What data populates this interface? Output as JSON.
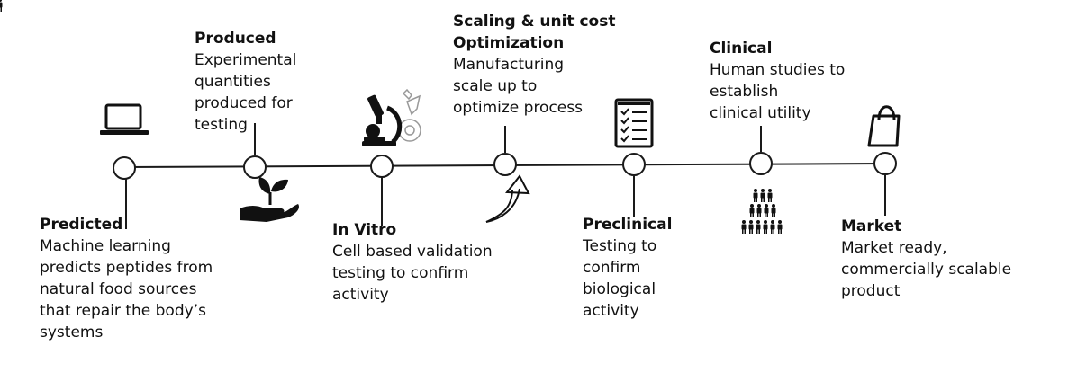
{
  "colors": {
    "line": "#1a1a1a",
    "node_fill": "#ffffff",
    "text": "#111111"
  },
  "stages": [
    {
      "id": "predicted",
      "title": "Predicted",
      "lines": [
        "Machine learning",
        "predicts peptides from",
        "natural food sources",
        "that repair the body’s",
        "systems"
      ],
      "icon": "laptop-icon"
    },
    {
      "id": "produced",
      "title": "Produced",
      "lines": [
        "Experimental",
        "quantities",
        "produced for",
        "testing"
      ],
      "icon": "hand-sprout-icon"
    },
    {
      "id": "in-vitro",
      "title": "In Vitro",
      "lines": [
        "Cell based validation",
        "testing to confirm",
        "activity"
      ],
      "icon": "microscope-icon"
    },
    {
      "id": "scaling",
      "title": "Scaling & unit cost",
      "title2": "Optimization",
      "lines": [
        "Manufacturing",
        "scale up to",
        "optimize process"
      ],
      "icon": "curved-arrow-up-icon"
    },
    {
      "id": "preclinical",
      "title": "Preclinical",
      "lines": [
        "Testing to",
        "confirm",
        "biological",
        "activity"
      ],
      "icon": "checklist-icon"
    },
    {
      "id": "clinical",
      "title": "Clinical",
      "lines": [
        "Human studies to",
        "establish",
        "clinical utility"
      ],
      "icon": "people-group-icon"
    },
    {
      "id": "market",
      "title": "Market",
      "lines": [
        "Market ready,",
        "commercially scalable",
        "product"
      ],
      "icon": "shopping-bag-icon"
    }
  ]
}
